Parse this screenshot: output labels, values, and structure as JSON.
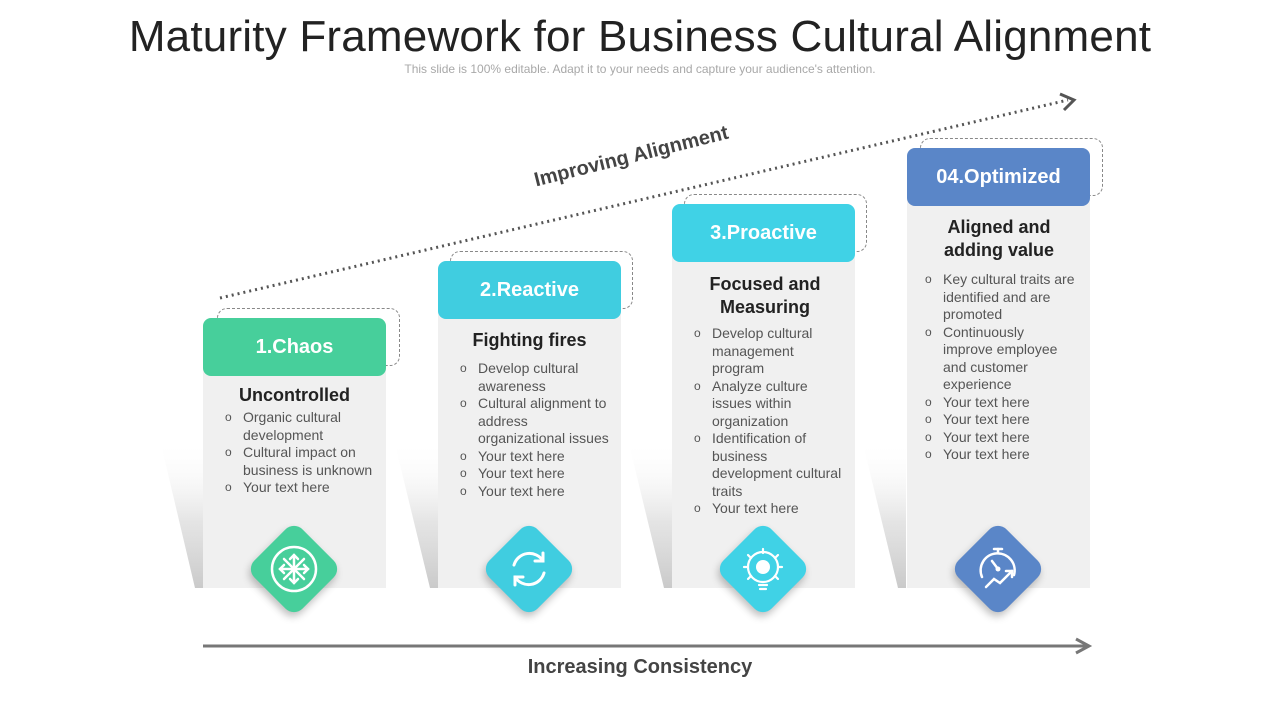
{
  "title": "Maturity Framework for Business Cultural Alignment",
  "subtitle": "This slide is 100% editable. Adapt it to your needs and capture your audience's attention.",
  "trend_label": "Improving Alignment",
  "bottom_label": "Increasing Consistency",
  "stages": [
    {
      "tab": "1.Chaos",
      "heading": "Uncontrolled",
      "color": "#47cf9b",
      "icon": "arrows-expand-icon",
      "items": [
        "Organic cultural development",
        "Cultural impact on business is unknown",
        "Your text here"
      ]
    },
    {
      "tab": "2.Reactive",
      "heading": "Fighting fires",
      "color": "#40cde0",
      "icon": "refresh-cycle-icon",
      "items": [
        "Develop cultural awareness",
        "Cultural alignment to address organizational issues",
        "Your text here",
        "Your text here",
        "Your text here"
      ]
    },
    {
      "tab": "3.Proactive",
      "heading": "Focused and Measuring",
      "color": "#40d2e6",
      "icon": "gear-lightbulb-icon",
      "items": [
        "Develop cultural management program",
        "Analyze culture issues within organization",
        "Identification of business development cultural traits",
        "Your text here"
      ]
    },
    {
      "tab": "04.Optimized",
      "heading": "Aligned and adding value",
      "color": "#5a86c8",
      "icon": "speedometer-growth-icon",
      "items": [
        "Key cultural traits are identified and are promoted",
        "Continuously improve employee and customer experience",
        "Your text here",
        "Your text here",
        "Your text here",
        "Your text here"
      ]
    }
  ]
}
